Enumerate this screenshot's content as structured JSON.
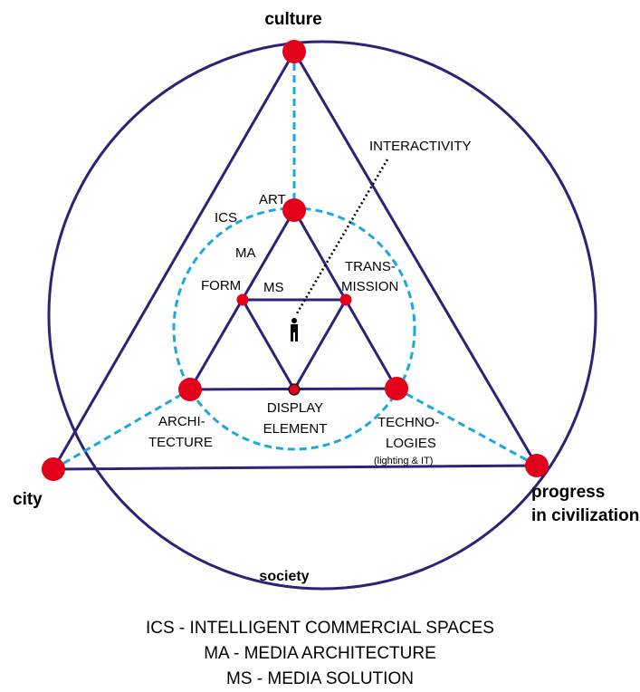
{
  "colors": {
    "structure": "#2B2377",
    "dashed": "#1BA8E0",
    "node": "#E3001B",
    "text": "#000000"
  },
  "nodes": {
    "culture": "culture",
    "city": "city",
    "progress_line1": "progress",
    "progress_line2": "in civilization",
    "society": "society",
    "art": "ART",
    "ics": "ICS",
    "ma": "MA",
    "form": "FORM",
    "ms": "MS",
    "trans_line1": "TRANS-",
    "trans_line2": "MISSION",
    "interactivity": "INTERACTIVITY",
    "display_line1": "DISPLAY",
    "display_line2": "ELEMENT",
    "archi_line1": "ARCHI-",
    "archi_line2": "TECTURE",
    "techno_line1": "TECHNO-",
    "techno_line2": "LOGIES",
    "techno_line3": "(lighting & IT)"
  },
  "person_icon": "person-icon",
  "legend": [
    "ICS - INTELLIGENT COMMERCIAL SPACES",
    "MA - MEDIA ARCHITECTURE",
    "MS - MEDIA SOLUTION"
  ]
}
